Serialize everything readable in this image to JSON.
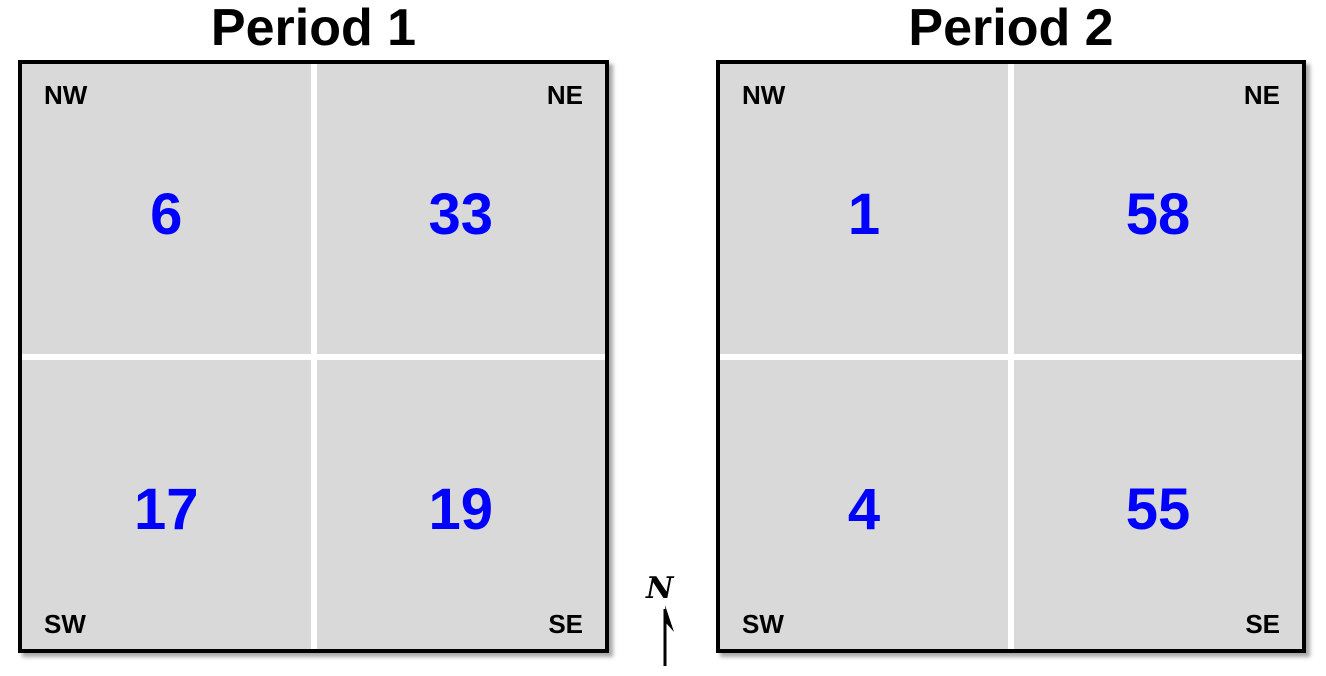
{
  "figure": {
    "panels": [
      {
        "title": "Period 1",
        "quadrants": {
          "nw": {
            "label": "NW",
            "value": "6"
          },
          "ne": {
            "label": "NE",
            "value": "33"
          },
          "sw": {
            "label": "SW",
            "value": "17"
          },
          "se": {
            "label": "SE",
            "value": "19"
          }
        }
      },
      {
        "title": "Period 2",
        "quadrants": {
          "nw": {
            "label": "NW",
            "value": "1"
          },
          "ne": {
            "label": "NE",
            "value": "58"
          },
          "sw": {
            "label": "SW",
            "value": "4"
          },
          "se": {
            "label": "SE",
            "value": "55"
          }
        }
      }
    ],
    "north_arrow": {
      "letter": "N"
    },
    "colors": {
      "background": "#ffffff",
      "quadrant_fill": "#d9d9d9",
      "panel_border": "#000000",
      "divider_line": "#ffffff",
      "value_text": "#0000ff",
      "label_text": "#000000"
    }
  },
  "chart_data": {
    "type": "table",
    "categories": [
      "NW",
      "NE",
      "SW",
      "SE"
    ],
    "series": [
      {
        "name": "Period 1",
        "values": [
          6,
          33,
          17,
          19
        ]
      },
      {
        "name": "Period 2",
        "values": [
          1,
          58,
          4,
          55
        ]
      }
    ],
    "legend_position": "panel-titles",
    "grid": false
  }
}
